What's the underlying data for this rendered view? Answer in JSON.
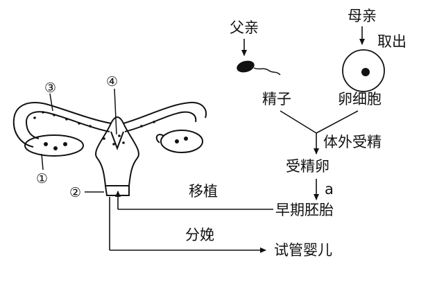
{
  "labels": {
    "father": "父亲",
    "mother": "母亲",
    "take_out": "取出",
    "sperm": "精子",
    "egg": "卵细胞",
    "ivf": "体外受精",
    "zygote": "受精卵",
    "step_a": "a",
    "early_embryo": "早期胚胎",
    "transplant": "移植",
    "delivery": "分娩",
    "test_tube_baby": "试管婴儿"
  },
  "markers": {
    "m1": "①",
    "m2": "②",
    "m3": "③",
    "m4": "④"
  }
}
